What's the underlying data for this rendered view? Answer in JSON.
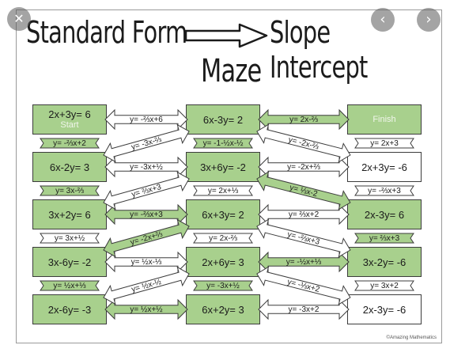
{
  "viewer": {
    "close_glyph": "✕",
    "prev_glyph": "‹",
    "next_glyph": "›"
  },
  "title": {
    "left": "Standard Form",
    "right": "Slope Intercept",
    "bottom": "Maze"
  },
  "credit": "©Amazing Mathematics",
  "colors": {
    "green": "#a8d08d",
    "white": "#ffffff",
    "border": "#3c3c3c"
  },
  "cells": [
    [
      {
        "eq": "2x+3y= 6",
        "tag": "Start",
        "green": true
      },
      {
        "eq": "6x-3y= 2",
        "green": true
      },
      {
        "eq": "",
        "tag": "Finish",
        "green": true
      }
    ],
    [
      {
        "eq": "6x-2y= 3",
        "green": true
      },
      {
        "eq": "3x+6y= -2",
        "green": true
      },
      {
        "eq": "2x+3y= -6",
        "green": false
      }
    ],
    [
      {
        "eq": "3x+2y= 6",
        "green": true
      },
      {
        "eq": "6x+3y= 2",
        "green": true
      },
      {
        "eq": "2x-3y= 6",
        "green": true
      }
    ],
    [
      {
        "eq": "3x-6y= -2",
        "green": true
      },
      {
        "eq": "2x+6y= 3",
        "green": true
      },
      {
        "eq": "3x-2y= -6",
        "green": true
      }
    ],
    [
      {
        "eq": "2x-6y= -3",
        "green": true
      },
      {
        "eq": "6x+2y= 3",
        "green": true
      },
      {
        "eq": "2x-3y= -6",
        "green": false
      }
    ]
  ],
  "h_arrows": [
    [
      {
        "label": "y= -⅔x+6",
        "green": false
      },
      {
        "label": "y= 2x-⅔",
        "green": true
      }
    ],
    [
      {
        "label": "y= -3x+½",
        "green": false
      },
      {
        "label": "y= -2x+⅔",
        "green": false
      }
    ],
    [
      {
        "label": "y= -⅔x+3",
        "green": true
      },
      {
        "label": "y= ⅔x+2",
        "green": false
      }
    ],
    [
      {
        "label": "y= ½x-⅓",
        "green": false
      },
      {
        "label": "y= -½x+⅓",
        "green": true
      }
    ],
    [
      {
        "label": "y= ½x+½",
        "green": true
      },
      {
        "label": "y= -3x+2",
        "green": false
      }
    ]
  ],
  "d_arrows": [
    [
      {
        "label": "y= -3x-⅔",
        "green": false,
        "dir": "up"
      },
      {
        "label": "y= -2x-⅔",
        "green": false,
        "dir": "down"
      }
    ],
    [
      {
        "label": "y= ⅔x+3",
        "green": false,
        "dir": "up"
      },
      {
        "label": "y= ⅓x-2",
        "green": true,
        "dir": "down"
      }
    ],
    [
      {
        "label": "y= -2x+⅔",
        "green": true,
        "dir": "up"
      },
      {
        "label": "y= -⅔x+3",
        "green": false,
        "dir": "down"
      }
    ],
    [
      {
        "label": "y= ½x-½",
        "green": false,
        "dir": "up"
      },
      {
        "label": "y= -⅓x+2",
        "green": false,
        "dir": "down"
      }
    ]
  ],
  "v_arrows": [
    [
      {
        "label": "y= -⅔x+2",
        "green": true
      },
      {
        "label": "y= -1-½x-½",
        "green": true
      },
      {
        "label": "y= 2x+3",
        "green": false
      }
    ],
    [
      {
        "label": "y= 3x-⅔",
        "green": true
      },
      {
        "label": "y= 2x+⅓",
        "green": false
      },
      {
        "label": "y= -⅔x+3",
        "green": false
      }
    ],
    [
      {
        "label": "y= 3x+½",
        "green": false
      },
      {
        "label": "y= 2x-⅔",
        "green": false
      },
      {
        "label": "y= ⅔x+3",
        "green": true
      }
    ],
    [
      {
        "label": "y= ½x+⅓",
        "green": true
      },
      {
        "label": "y= -3x+½",
        "green": true
      },
      {
        "label": "y= 3x+2",
        "green": false
      }
    ]
  ]
}
